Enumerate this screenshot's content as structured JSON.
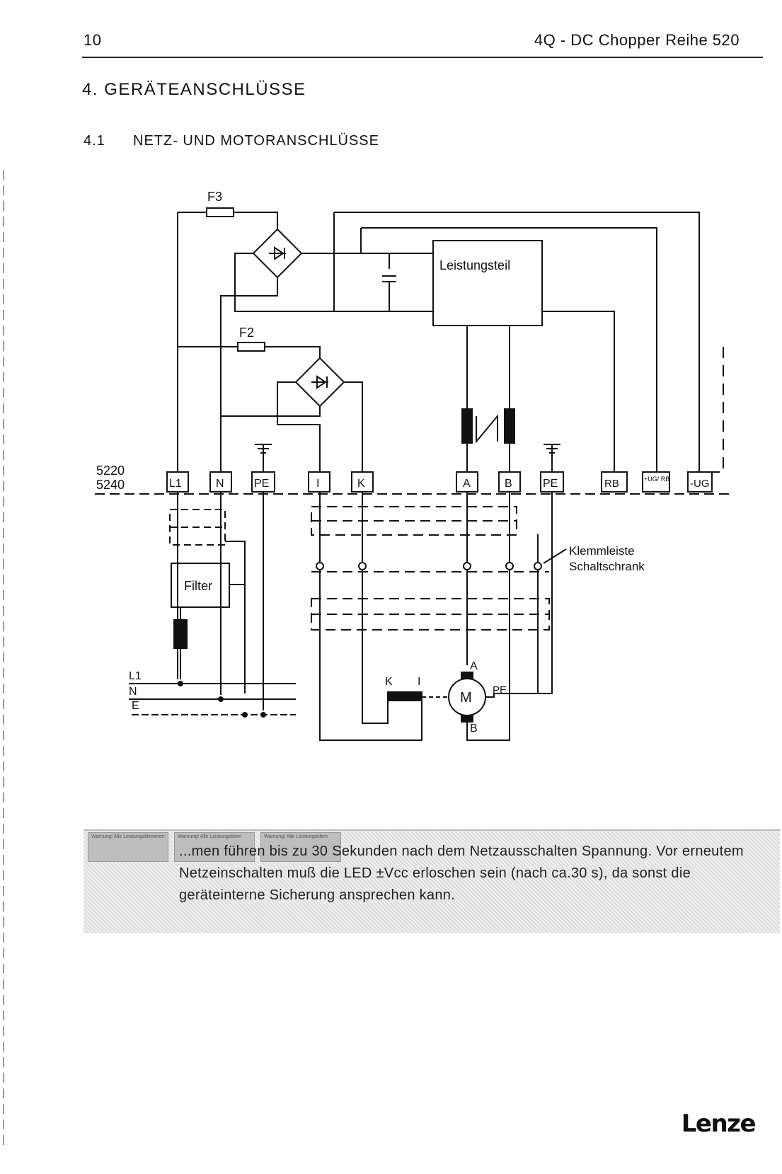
{
  "header": {
    "page_number": "10",
    "running_title": "4Q - DC Chopper Reihe 520"
  },
  "section": {
    "title": "4. GERÄTEANSCHLÜSSE",
    "sub_number": "4.1",
    "sub_title": "NETZ- UND MOTORANSCHLÜSSE"
  },
  "diagram": {
    "fuse_f3": "F3",
    "fuse_f2": "F2",
    "power_unit": "Leistungsteil",
    "model_a": "5220",
    "model_b": "5240",
    "terminals": [
      "L1",
      "N",
      "PE",
      "I",
      "K",
      "A",
      "B",
      "PE"
    ],
    "rb_terminal": "RB",
    "ug_rb_terminal": "+UG/ RB",
    "ug_terminal": "-UG",
    "klemmleiste": "Klemmleiste",
    "schaltschrank": "Schaltschrank",
    "filter": "Filter",
    "mains": [
      "L1",
      "N",
      "E"
    ],
    "motor": "M",
    "motor_a": "A",
    "motor_b": "B",
    "motor_pe": "PE",
    "tacho_k": "K",
    "tacho_i": "I"
  },
  "warning": {
    "tags": [
      "Warnung! Alle Leistungsklemmen",
      "Warnung! Alle Leistungsklem",
      "Warnung! Alle Leistungsklem"
    ],
    "text": "...men führen bis zu 30 Sekunden nach dem Netzausschalten Spannung. Vor erneutem Netzeinschalten muß die LED ±Vcc erloschen sein (nach ca.30 s), da sonst die geräteinterne Sicherung ansprechen kann."
  },
  "footer": {
    "logo": "Lenze"
  }
}
